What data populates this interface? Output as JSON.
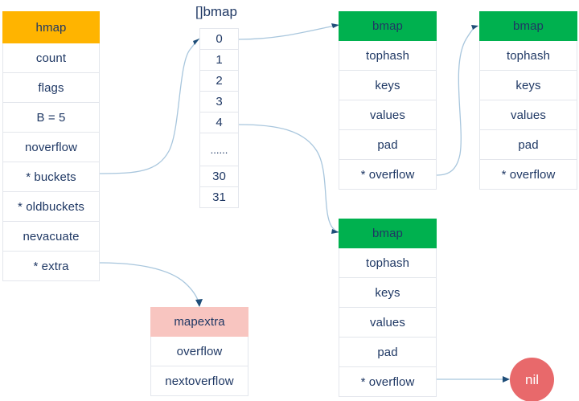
{
  "diagram": {
    "title_caption": "[]bmap",
    "colors": {
      "header_amber": "#FFB400",
      "header_green": "#00B14F",
      "header_pink": "#F8C5C0",
      "nil_circle": "#E8696B",
      "cell_border": "#e3e6ec",
      "text": "#1f3864",
      "connector": "#a8c6dd",
      "arrowhead": "#1f4e79"
    },
    "hmap": {
      "header": "hmap",
      "fields": [
        "count",
        "flags",
        "B = 5",
        "noverflow",
        "* buckets",
        "* oldbuckets",
        "nevacuate",
        "* extra"
      ]
    },
    "bucket_array": {
      "caption": "[]bmap",
      "cells": [
        "0",
        "1",
        "2",
        "3",
        "4",
        "......",
        "30",
        "31"
      ]
    },
    "bmap_1": {
      "header": "bmap",
      "fields": [
        "tophash",
        "keys",
        "values",
        "pad",
        "* overflow"
      ]
    },
    "bmap_2": {
      "header": "bmap",
      "fields": [
        "tophash",
        "keys",
        "values",
        "pad",
        "* overflow"
      ]
    },
    "bmap_3": {
      "header": "bmap",
      "fields": [
        "tophash",
        "keys",
        "values",
        "pad",
        "* overflow"
      ]
    },
    "mapextra": {
      "header": "mapextra",
      "fields": [
        "overflow",
        "nextoverflow"
      ]
    },
    "nil_node": {
      "label": "nil"
    }
  }
}
